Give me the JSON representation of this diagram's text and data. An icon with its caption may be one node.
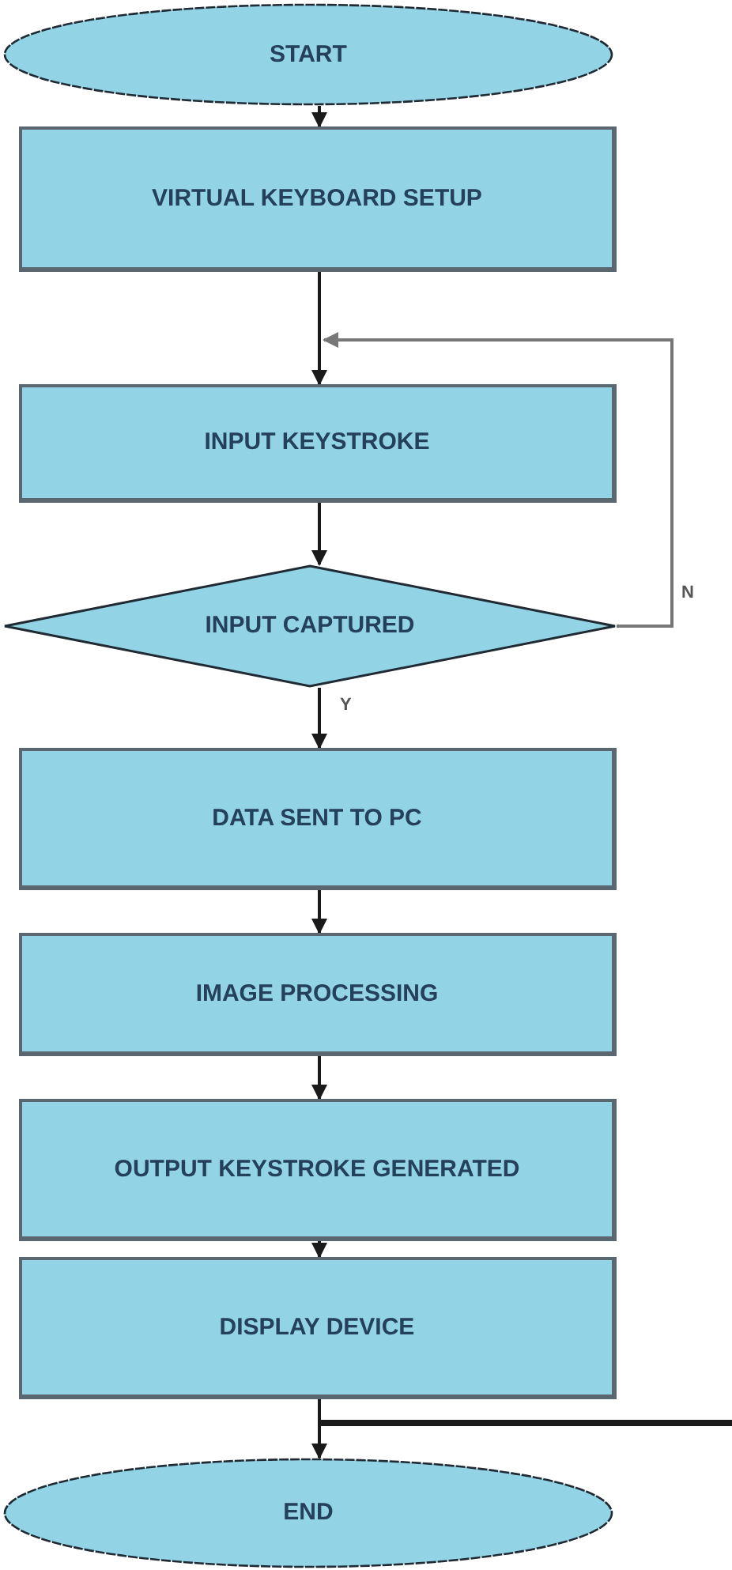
{
  "diagram": {
    "nodes": [
      {
        "text": [
          "START"
        ]
      },
      {
        "text": [
          "VIRTUAL KEYBOARD SETUP"
        ]
      },
      {
        "text": [
          "INPUT KEYSTROKE"
        ]
      },
      {
        "text": [
          "INPUT CAPTURED"
        ]
      },
      {
        "text": [
          "DATA SENT TO PC"
        ]
      },
      {
        "text": [
          "IMAGE PROCESSING"
        ]
      },
      {
        "text": [
          "OUTPUT KEYSTROKE GENERATED"
        ]
      },
      {
        "text": [
          "DISPLAY DEVICE"
        ]
      },
      {
        "text": [
          "END"
        ]
      }
    ],
    "edges": [
      {
        "from": 0,
        "to": 1,
        "arrow": "to"
      },
      {
        "from": 1,
        "to": 2,
        "arrow": "to"
      },
      {
        "from": 2,
        "to": 3,
        "arrow": "to"
      },
      {
        "from": 3,
        "to": 2,
        "arrow": "to",
        "label": "N",
        "color": "#777777"
      },
      {
        "from": 3,
        "to": 4,
        "arrow": "to",
        "label": "Y"
      },
      {
        "from": 4,
        "to": 5,
        "arrow": "to"
      },
      {
        "from": 5,
        "to": 6,
        "arrow": "to"
      },
      {
        "from": 6,
        "to": 7,
        "arrow": "to"
      },
      {
        "from": 7,
        "to": 8,
        "arrow": "to"
      },
      {
        "from": null,
        "to": 8,
        "arrow": "none",
        "style": "thick"
      }
    ]
  }
}
